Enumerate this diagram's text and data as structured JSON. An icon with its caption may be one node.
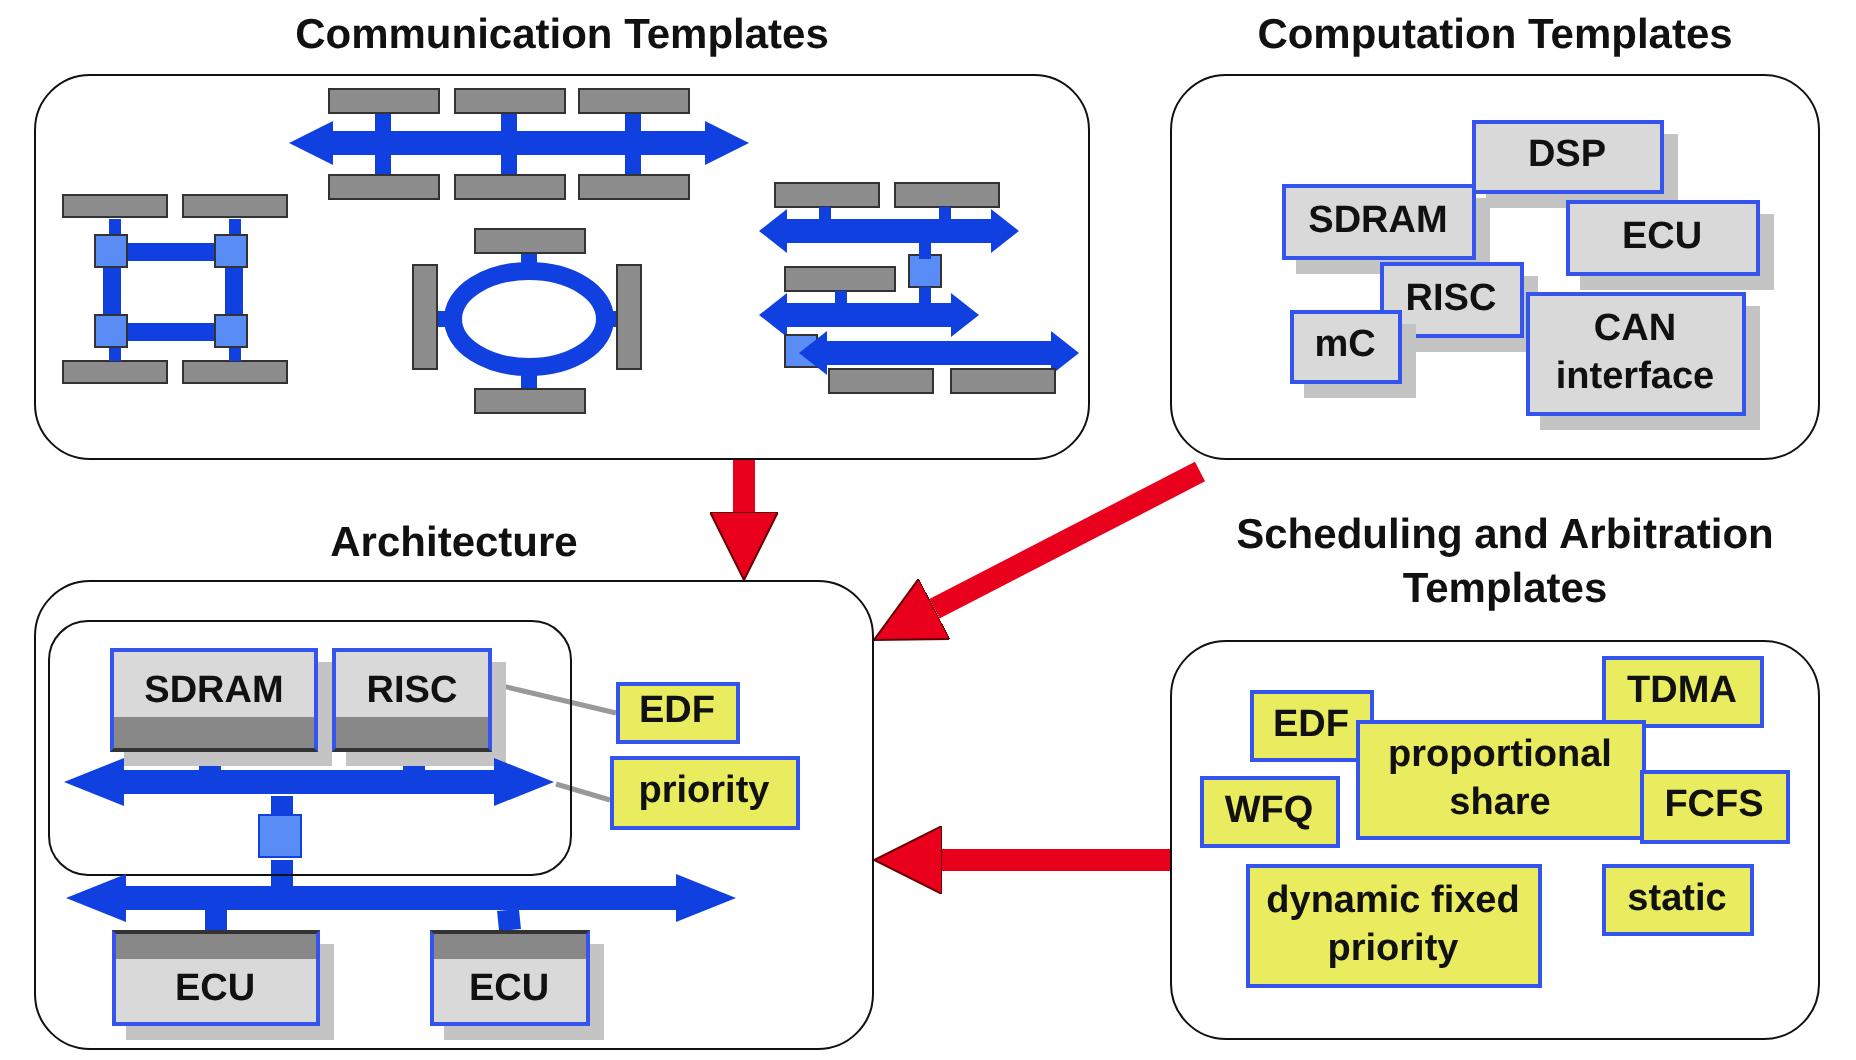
{
  "diagram": {
    "nodes": [
      {
        "text": [
          "Communication Templates"
        ]
      },
      {
        "text": [
          "Computation Templates"
        ]
      },
      {
        "text": [
          "DSP"
        ],
        "in": 1
      },
      {
        "text": [
          "SDRAM"
        ],
        "in": 1
      },
      {
        "text": [
          "ECU"
        ],
        "in": 1
      },
      {
        "text": [
          "RISC"
        ],
        "in": 1
      },
      {
        "text": [
          "mC"
        ],
        "in": 1
      },
      {
        "text": [
          "CAN interface"
        ],
        "in": 1
      },
      {
        "text": [
          "Architecture"
        ]
      },
      {
        "text": [],
        "shape": "box",
        "in": 8
      },
      {
        "text": [
          "SDRAM"
        ],
        "in": 9
      },
      {
        "text": [
          "RISC"
        ],
        "in": 9
      },
      {
        "text": [],
        "shape": "bar",
        "in": 9
      },
      {
        "text": [],
        "shape": "box",
        "in": 9
      },
      {
        "text": [],
        "shape": "bar",
        "in": 8
      },
      {
        "text": [
          "EDF"
        ],
        "in": 8
      },
      {
        "text": [
          "priority"
        ],
        "in": 8
      },
      {
        "text": [
          "ECU"
        ],
        "in": 8
      },
      {
        "text": [
          "ECU"
        ],
        "in": 8
      },
      {
        "text": [
          "Scheduling and Arbitration Templates"
        ]
      },
      {
        "text": [
          "EDF"
        ],
        "in": 19
      },
      {
        "text": [
          "TDMA"
        ],
        "in": 19
      },
      {
        "text": [
          "proportional share"
        ],
        "in": 19
      },
      {
        "text": [
          "WFQ"
        ],
        "in": 19
      },
      {
        "text": [
          "FCFS"
        ],
        "in": 19
      },
      {
        "text": [
          "dynamic fixed priority"
        ],
        "in": 19
      },
      {
        "text": [
          "static"
        ],
        "in": 19
      }
    ],
    "edges": [
      {
        "from": 0,
        "to": 8,
        "arrow": "to",
        "color": "#e8001c"
      },
      {
        "from": 1,
        "to": 8,
        "arrow": "to",
        "color": "#e8001c"
      },
      {
        "from": 19,
        "to": 8,
        "arrow": "to",
        "color": "#e8001c"
      },
      {
        "from": 15,
        "to": 11,
        "arrow": "none",
        "color": "#999999"
      },
      {
        "from": 16,
        "to": 12,
        "arrow": "none",
        "color": "#999999"
      },
      {
        "from": 10,
        "to": 12,
        "arrow": "none"
      },
      {
        "from": 11,
        "to": 12,
        "arrow": "none"
      },
      {
        "from": 12,
        "to": 13,
        "arrow": "none"
      },
      {
        "from": 13,
        "to": 14,
        "arrow": "none"
      },
      {
        "from": 14,
        "to": 17,
        "arrow": "none"
      },
      {
        "from": 14,
        "to": 18,
        "arrow": "none"
      }
    ]
  }
}
